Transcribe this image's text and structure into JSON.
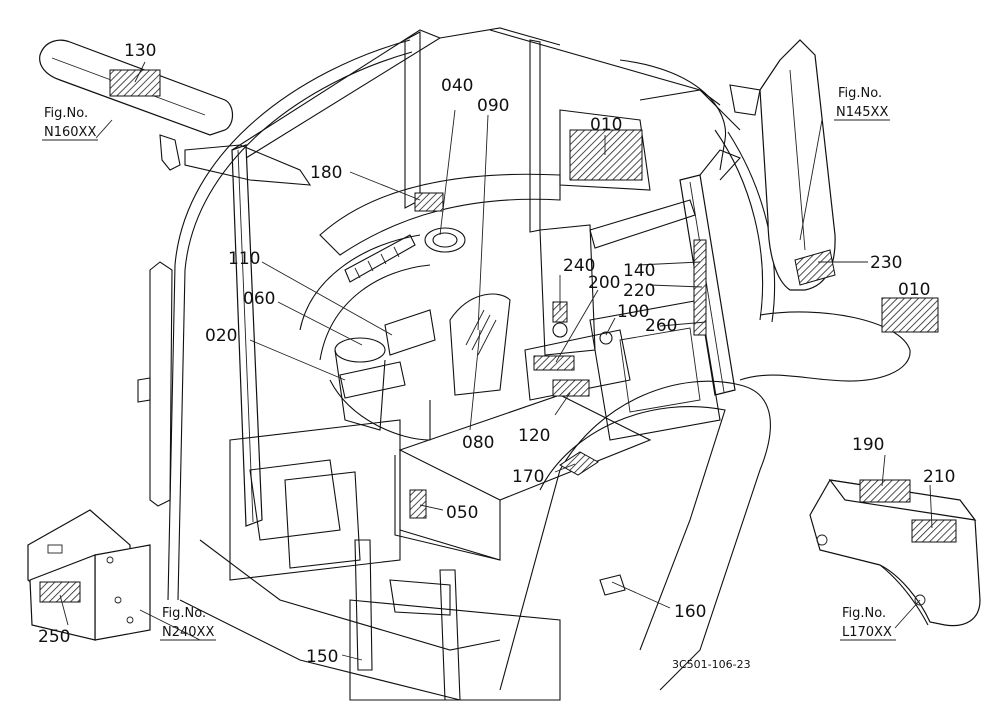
{
  "diagram": {
    "callouts": [
      {
        "id": "c130",
        "text": "130"
      },
      {
        "id": "c040",
        "text": "040"
      },
      {
        "id": "c090",
        "text": "090"
      },
      {
        "id": "c010a",
        "text": "010"
      },
      {
        "id": "c180",
        "text": "180"
      },
      {
        "id": "c110",
        "text": "110"
      },
      {
        "id": "c060",
        "text": "060"
      },
      {
        "id": "c020",
        "text": "020"
      },
      {
        "id": "c240",
        "text": "240"
      },
      {
        "id": "c200",
        "text": "200"
      },
      {
        "id": "c140",
        "text": "140"
      },
      {
        "id": "c220",
        "text": "220"
      },
      {
        "id": "c100",
        "text": "100"
      },
      {
        "id": "c260",
        "text": "260"
      },
      {
        "id": "c230",
        "text": "230"
      },
      {
        "id": "c010b",
        "text": "010"
      },
      {
        "id": "c080",
        "text": "080"
      },
      {
        "id": "c120",
        "text": "120"
      },
      {
        "id": "c170",
        "text": "170"
      },
      {
        "id": "c050",
        "text": "050"
      },
      {
        "id": "c190",
        "text": "190"
      },
      {
        "id": "c210",
        "text": "210"
      },
      {
        "id": "c250",
        "text": "250"
      },
      {
        "id": "c160",
        "text": "160"
      },
      {
        "id": "c150",
        "text": "150"
      }
    ],
    "fig_refs": [
      {
        "id": "fN160",
        "caption": "Fig.No.",
        "number": "N160XX"
      },
      {
        "id": "fN145",
        "caption": "Fig.No.",
        "number": "N145XX"
      },
      {
        "id": "fN240",
        "caption": "Fig.No.",
        "number": "N240XX"
      },
      {
        "id": "fL170",
        "caption": "Fig.No.",
        "number": "L170XX"
      }
    ],
    "drawing_code": "3C501-106-23"
  }
}
